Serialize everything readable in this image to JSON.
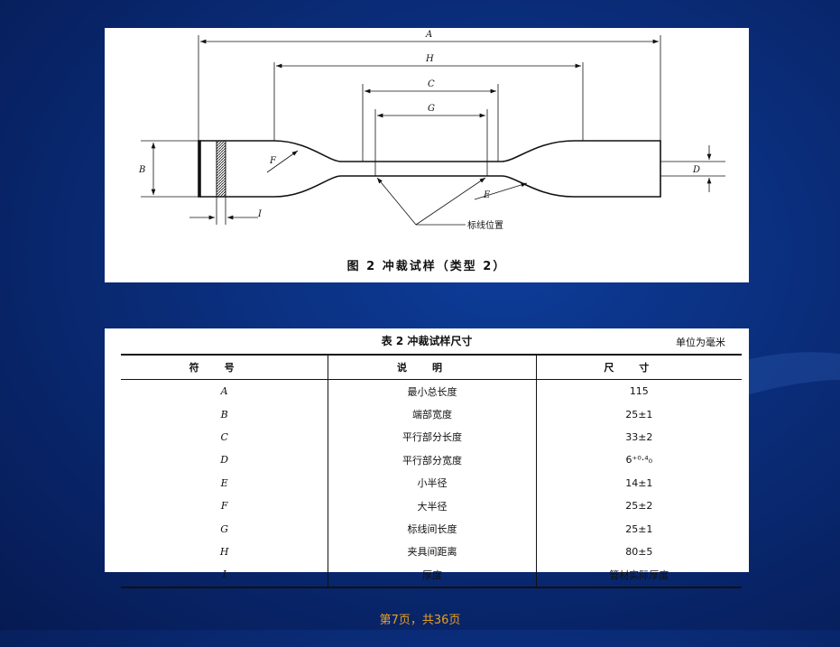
{
  "figure": {
    "caption": "图 2    冲裁试样（类型 2）",
    "labels": {
      "A": "A",
      "H": "H",
      "C": "C",
      "G": "G",
      "B": "B",
      "D": "D",
      "E": "E",
      "F": "F",
      "I": "I"
    },
    "gauge_mark_label": "标线位置"
  },
  "table": {
    "title": "表 2    冲裁试样尺寸",
    "unit": "单位为毫米",
    "headers": [
      "符号",
      "说明",
      "尺寸"
    ],
    "rows": [
      {
        "symbol": "A",
        "desc": "最小总长度",
        "size": "115"
      },
      {
        "symbol": "B",
        "desc": "端部宽度",
        "size": "25±1"
      },
      {
        "symbol": "C",
        "desc": "平行部分长度",
        "size": "33±2"
      },
      {
        "symbol": "D",
        "desc": "平行部分宽度",
        "size": "6⁺⁰·⁴₀"
      },
      {
        "symbol": "E",
        "desc": "小半径",
        "size": "14±1"
      },
      {
        "symbol": "F",
        "desc": "大半径",
        "size": "25±2"
      },
      {
        "symbol": "G",
        "desc": "标线间长度",
        "size": "25±1"
      },
      {
        "symbol": "H",
        "desc": "夹具间距离",
        "size": "80±5"
      },
      {
        "symbol": "I",
        "desc": "厚度",
        "size": "管材实际厚度"
      }
    ]
  },
  "footer": "第7页，共36页"
}
